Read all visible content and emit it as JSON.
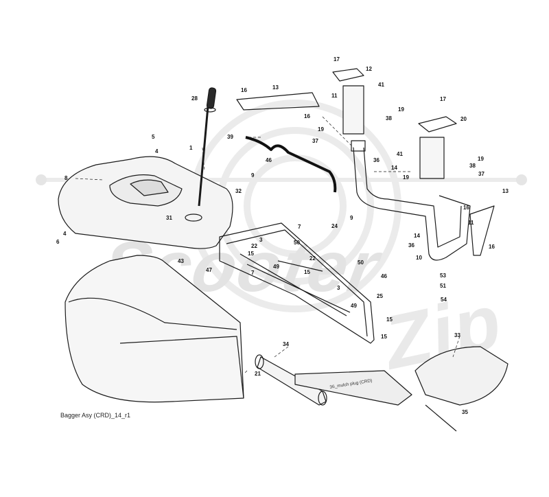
{
  "caption": "Bagger Asy (CRD)_14_r1",
  "inline_note": "36_mulch plug (CRD)",
  "watermark": {
    "brand": "Scooter",
    "sub": "Zip"
  },
  "callout_labels": [
    "17",
    "12",
    "13",
    "16",
    "11",
    "41",
    "28",
    "16",
    "19",
    "38",
    "17",
    "20",
    "19",
    "1",
    "39",
    "5",
    "4",
    "37",
    "14",
    "36",
    "41",
    "19",
    "38",
    "46",
    "8",
    "9",
    "32",
    "19",
    "37",
    "13",
    "16",
    "31",
    "7",
    "24",
    "11",
    "9",
    "3",
    "22",
    "50",
    "14",
    "16",
    "6",
    "4",
    "36",
    "10",
    "43",
    "15",
    "47",
    "49",
    "22",
    "50",
    "15",
    "53",
    "7",
    "46",
    "3",
    "51",
    "54",
    "25",
    "49",
    "15",
    "15",
    "34",
    "33",
    "21",
    "35"
  ],
  "colors": {
    "line": "#1a1a1a",
    "watermark": "#e3e3e3"
  }
}
